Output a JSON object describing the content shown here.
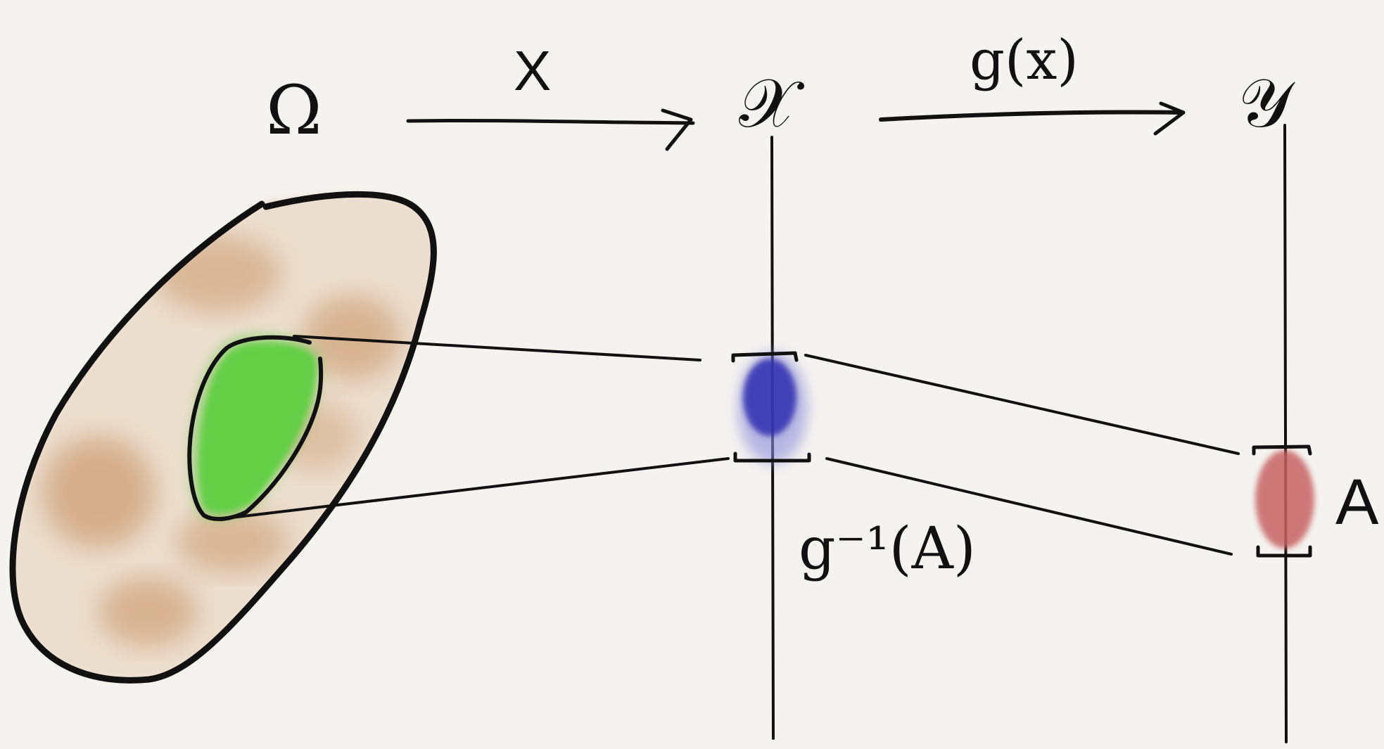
{
  "labels": {
    "omega": "Ω",
    "map_x": "X",
    "space_x": "𝒳",
    "map_g": "g(x)",
    "space_y": "𝒴",
    "set_a": "A",
    "preimage": "g⁻¹(A)"
  },
  "colors": {
    "background": "#f5f3ef",
    "ink": "#111111",
    "omega_fill": "#c9976a",
    "green_region": "#57c93b",
    "blue_interval": "#2f2fb0",
    "red_interval": "#c76464"
  }
}
